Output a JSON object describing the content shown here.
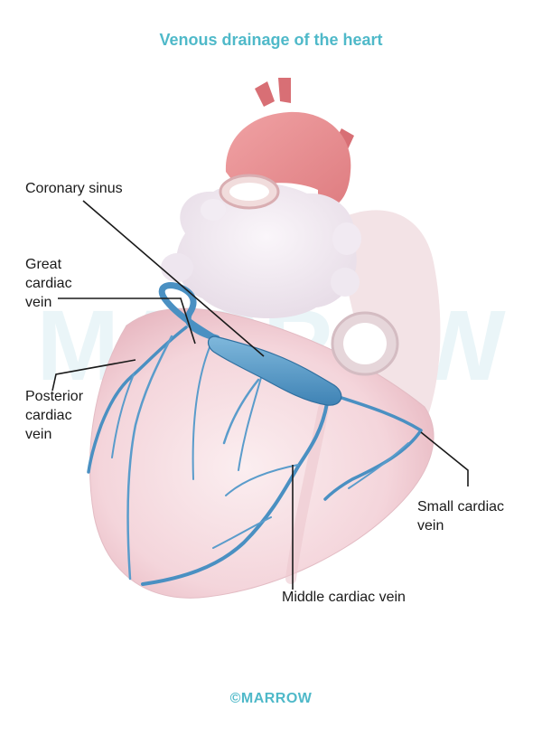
{
  "title": "Venous drainage of the heart",
  "labels": {
    "coronary_sinus": [
      "Coronary sinus"
    ],
    "great_cardiac_vein": [
      "Great",
      "cardiac",
      "vein"
    ],
    "posterior_cardiac_vein": [
      "Posterior",
      "cardiac",
      "vein"
    ],
    "small_cardiac_vein": [
      "Small cardiac",
      "vein"
    ],
    "middle_cardiac_vein": [
      "Middle cardiac vein"
    ]
  },
  "watermark": "MARROW",
  "footer": "©MARROW",
  "colors": {
    "title": "#4fb9c9",
    "vein": "#4a90c2",
    "vein_dark": "#2f6f9f",
    "ventricle": "#f6dbe0",
    "aorta": "#e98a8d",
    "atrium": "#efe6ee",
    "leader_line": "#1a1a1a"
  }
}
